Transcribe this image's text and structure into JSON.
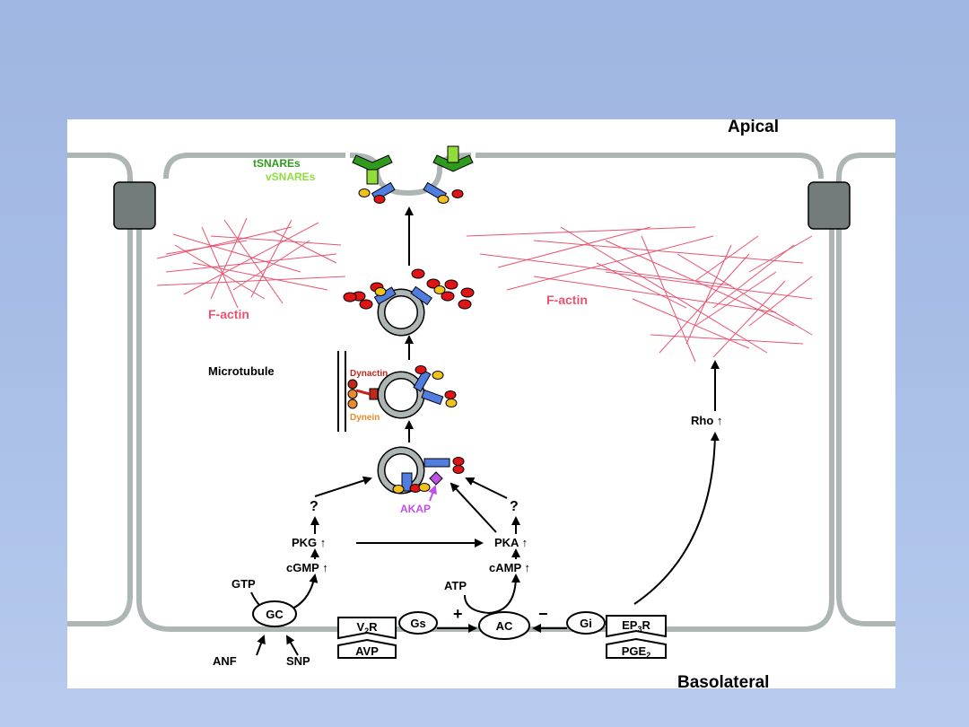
{
  "diagram": {
    "apical_label": "Apical",
    "basolateral_label": "Basolateral",
    "tsnares_label": "tSNAREs",
    "vsnares_label": "vSNAREs",
    "factin_left_label": "F-actin",
    "factin_right_label": "F-actin",
    "microtubule_label": "Microtubule",
    "dynactin_label": "Dynactin",
    "dynein_label": "Dynein",
    "akap_label": "AKAP",
    "rho_label": "Rho ↑",
    "question_left": "?",
    "question_right": "?",
    "pkg_label": "PKG ↑",
    "pka_label": "PKA ↑",
    "cgmp_label": "cGMP ↑",
    "camp_label": "cAMP ↑",
    "gtp_label": "GTP",
    "atp_label": "ATP",
    "gc_label": "GC",
    "gs_label": "Gs",
    "ac_label": "AC",
    "gi_label": "Gi",
    "v2r_label_main": "V",
    "v2r_label_sub": "2",
    "v2r_label_tail": "R",
    "ep3r_label_main": "EP",
    "ep3r_label_sub": "3",
    "ep3r_label_tail": "R",
    "avp_label": "AVP",
    "pge2_label_main": "PGE",
    "pge2_label_sub": "2",
    "anf_label": "ANF",
    "snp_label": "SNP",
    "plus_sign": "+",
    "minus_sign": "−"
  },
  "colors": {
    "background": "#a3bae4",
    "membrane": "#aeb5b5",
    "tight_junction": "#737b7b",
    "factin": "#e8546f",
    "tsnare": "#2f9a1e",
    "vsnare": "#8fdc3a",
    "aquaporin": "#4f7de0",
    "red_dot": "#e01414",
    "yellow_dot": "#f2c21b",
    "dynactin": "#c0281e",
    "dynein": "#e88a2e",
    "akap": "#c24fe6"
  }
}
